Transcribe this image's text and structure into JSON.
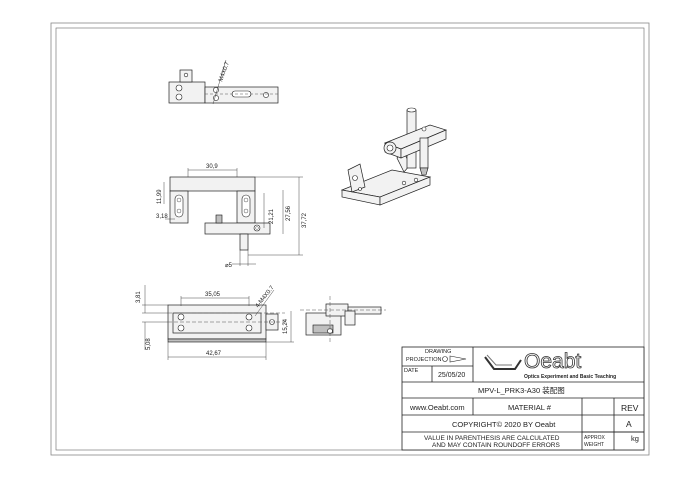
{
  "drawing": {
    "views": {
      "top": {
        "thread_label": "M4X0.7"
      },
      "front": {
        "dims": [
          "30,9",
          "11,99",
          "3,18",
          "21,21",
          "27,56",
          "37,72",
          "⌀5"
        ]
      },
      "bottom": {
        "dims": [
          "35,05",
          "3,81",
          "4-M4X0.7",
          "5,08",
          "42,67",
          "15,24"
        ]
      }
    }
  },
  "title_block": {
    "drawing_label": "DRAWING",
    "projection_label": "PROJECTION",
    "date_label": "DATE",
    "date_value": "25/05/20",
    "logo_text": "Oeabt",
    "company_subtitle": "Optics Experiment and Basic Teaching",
    "part_number": "MPV-L_PRK3-A30 装配图",
    "website": "www.Oeabt.com",
    "material_label": "MATERIAL #",
    "rev_label": "REV",
    "rev_value": "A",
    "copyright": "COPYRIGHT© 2020 BY Oeabt",
    "note_line1": "VALUE IN PARENTHESIS ARE CALCULATED",
    "note_line2": "AND MAY CONTAIN ROUNDOFF ERRORS",
    "approx_label": "APPROX",
    "weight_label": "WEIGHT",
    "weight_unit": "kg"
  }
}
